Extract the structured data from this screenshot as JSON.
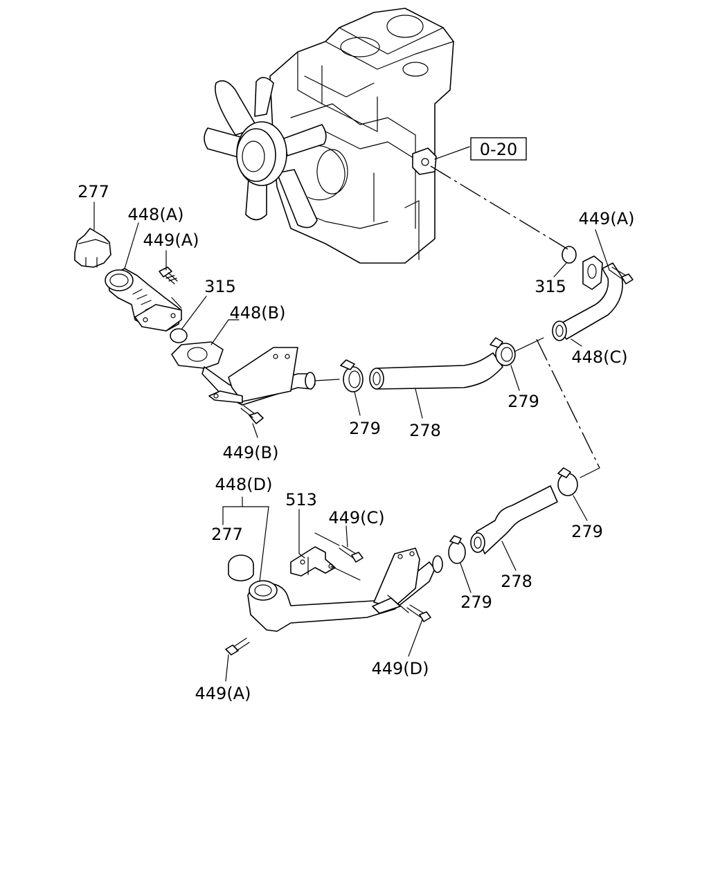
{
  "callouts": {
    "c277_top": "277",
    "c448a": "448(A)",
    "c449a_left": "449(A)",
    "c315_left": "315",
    "c448b": "448(B)",
    "c449b": "449(B)",
    "c279_a": "279",
    "c278_a": "278",
    "c279_b": "279",
    "c449a_right": "449(A)",
    "c315_right": "315",
    "c448c": "448(C)",
    "c020": "0-20",
    "c448d": "448(D)",
    "c277_low": "277",
    "c513": "513",
    "c449c": "449(C)",
    "c279_c": "279",
    "c278_b": "278",
    "c279_d": "279",
    "c449d": "449(D)",
    "c449a_low": "449(A)"
  }
}
